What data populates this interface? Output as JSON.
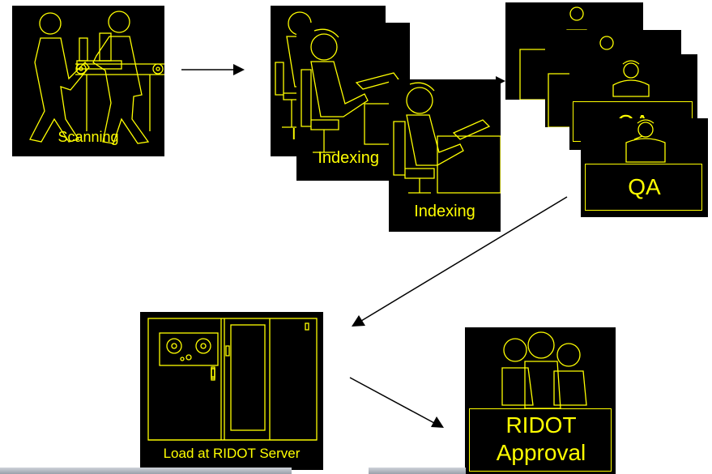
{
  "colors": {
    "tile_bg": "#000000",
    "line": "#ffff00",
    "arrow": "#000000"
  },
  "steps": {
    "scanning": {
      "label": "Scanning"
    },
    "indexing": {
      "label": "Indexing",
      "copies": 3
    },
    "qa": {
      "label": "QA",
      "copies": 4
    },
    "load": {
      "label": "Load at RIDOT Server"
    },
    "approval": {
      "label_line1": "RIDOT",
      "label_line2": "Approval"
    }
  }
}
